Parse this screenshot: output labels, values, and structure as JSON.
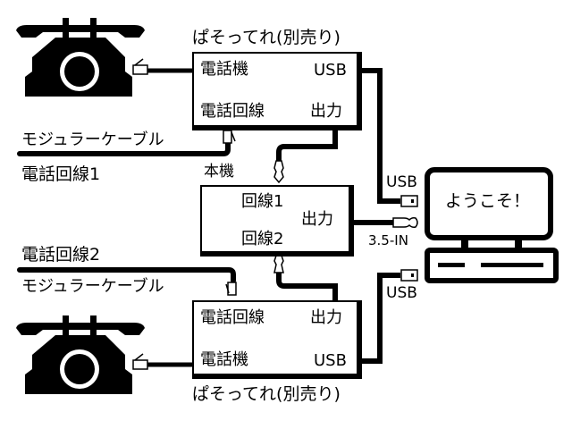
{
  "diagram": {
    "top_adapter": {
      "caption": "ぱそってれ(別売り)",
      "port_phone": "電話機",
      "port_usb": "USB",
      "port_line": "電話回線",
      "port_out": "出力"
    },
    "bottom_adapter": {
      "caption": "ぱそってれ(別売り)",
      "port_line": "電話回線",
      "port_out": "出力",
      "port_phone": "電話機",
      "port_usb": "USB"
    },
    "main_unit": {
      "label": "本機",
      "line1": "回線1",
      "line2": "回線2",
      "out": "出力"
    },
    "cables": {
      "modular_top": "モジュラーケーブル",
      "phone_line_1": "電話回線1",
      "phone_line_2": "電話回線2",
      "modular_bottom": "モジュラーケーブル",
      "usb_top": "USB",
      "audio_in": "3.5-IN",
      "usb_bottom": "USB"
    },
    "computer": {
      "screen_text": "ようこそ！"
    },
    "icons": [
      "telephone-icon",
      "telephone-icon",
      "computer-icon",
      "modular-plug-icon",
      "usb-plug-icon",
      "audio-plug-icon",
      "rca-plug-icon"
    ]
  }
}
